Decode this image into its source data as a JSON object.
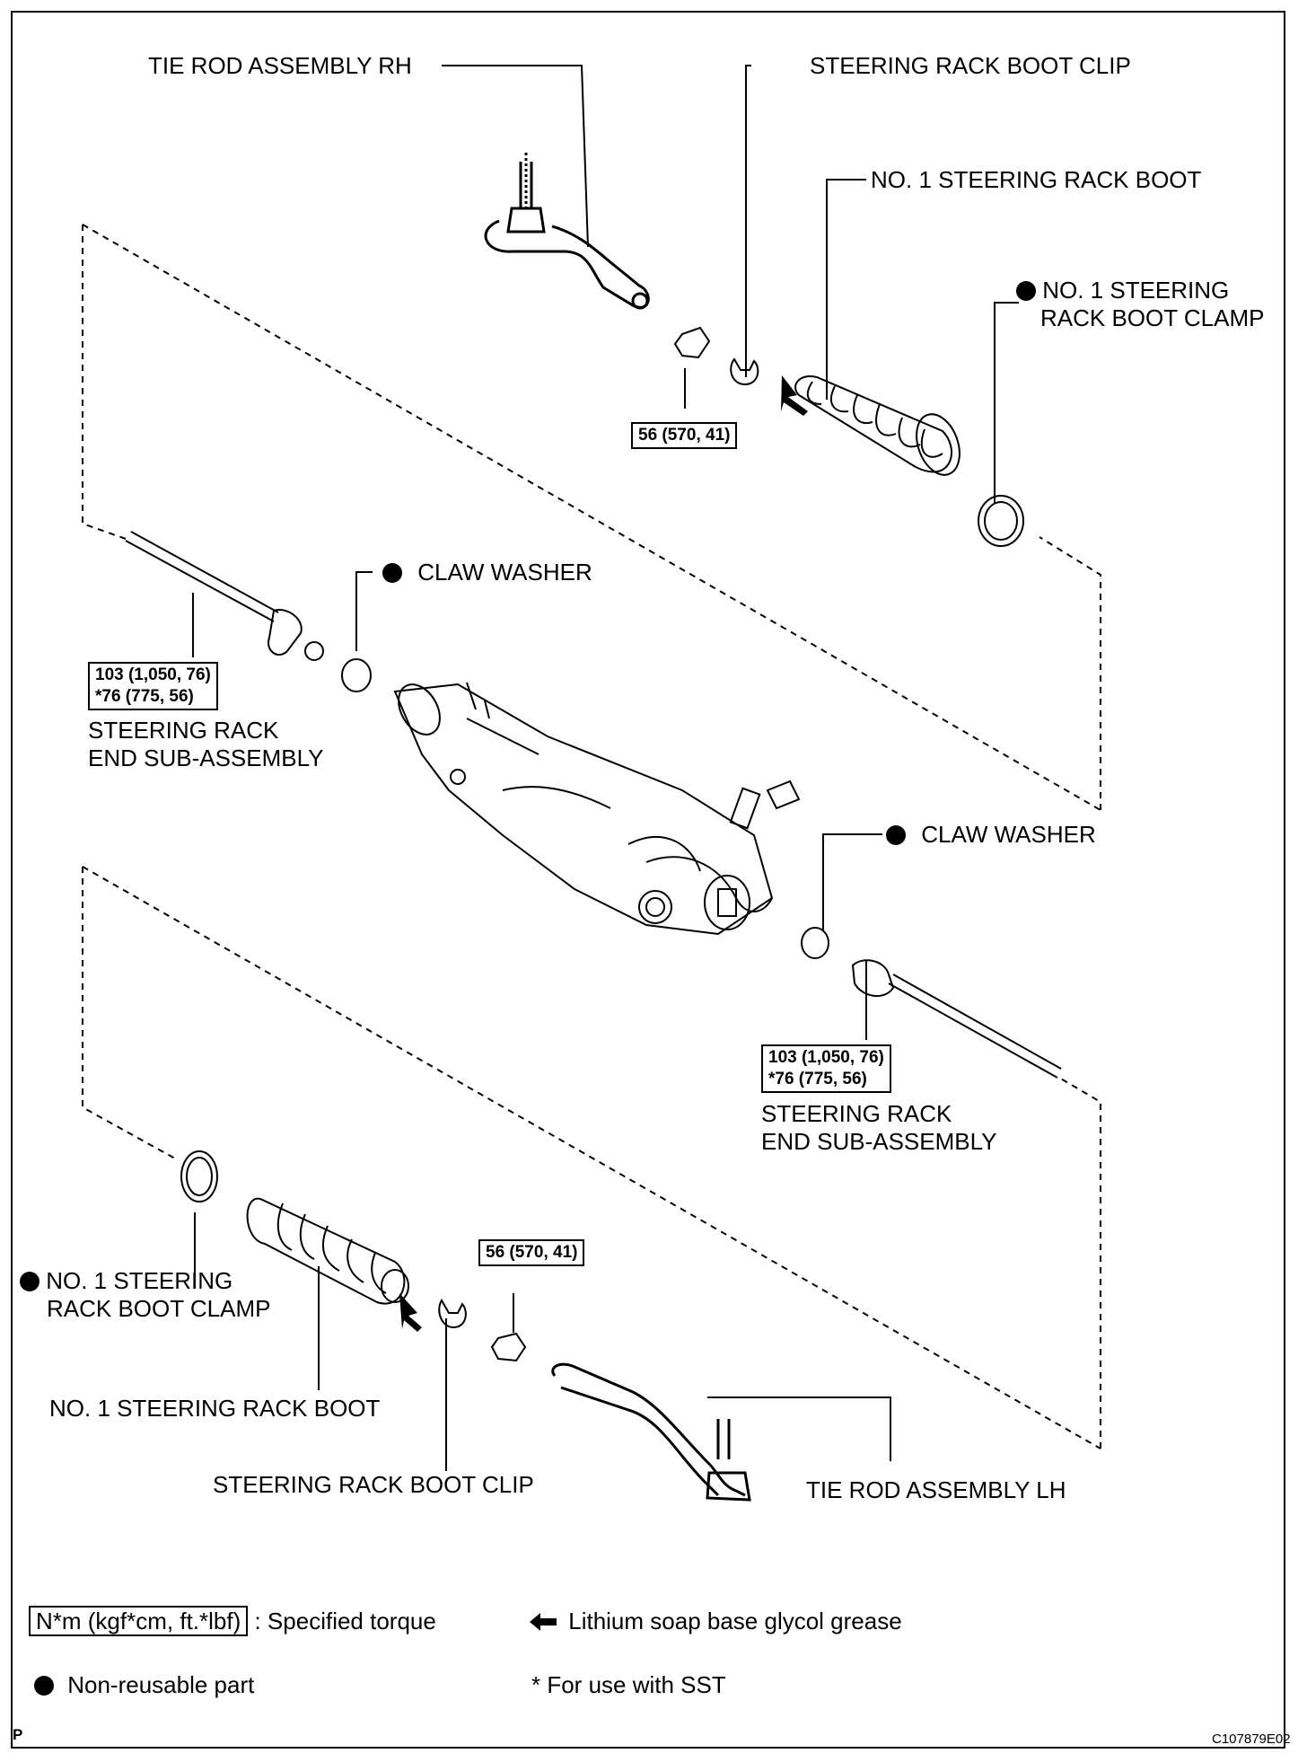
{
  "labels": {
    "tie_rod_rh": "TIE ROD ASSEMBLY RH",
    "boot_clip_top": "STEERING RACK BOOT CLIP",
    "rack_boot_top": "NO. 1 STEERING RACK BOOT",
    "boot_clamp_top_1": "NO. 1 STEERING",
    "boot_clamp_top_2": "RACK BOOT CLAMP",
    "claw_washer_left": "CLAW WASHER",
    "rack_end_left_1": "STEERING RACK",
    "rack_end_left_2": "END SUB-ASSEMBLY",
    "claw_washer_right": "CLAW WASHER",
    "rack_end_right_1": "STEERING RACK",
    "rack_end_right_2": "END SUB-ASSEMBLY",
    "boot_clamp_bottom_1": "NO. 1 STEERING",
    "boot_clamp_bottom_2": "RACK BOOT CLAMP",
    "rack_boot_bottom": "NO. 1 STEERING RACK BOOT",
    "boot_clip_bottom": "STEERING RACK BOOT CLIP",
    "tie_rod_lh": "TIE ROD ASSEMBLY LH"
  },
  "torques": {
    "nut_top": "56 (570, 41)",
    "nut_bottom": "56 (570, 41)",
    "rack_end_left_1": "103 (1,050, 76)",
    "rack_end_left_2": "*76 (775, 56)",
    "rack_end_right_1": "103 (1,050, 76)",
    "rack_end_right_2": "*76 (775, 56)"
  },
  "legend": {
    "torque_unit": "N*m (kgf*cm, ft.*lbf)",
    "torque_desc": ": Specified torque",
    "grease_desc": "Lithium soap base glycol grease",
    "nonreusable_desc": "Non-reusable part",
    "sst_desc": "* For use with SST"
  },
  "corner_left": "P",
  "corner_right": "C107879E02"
}
